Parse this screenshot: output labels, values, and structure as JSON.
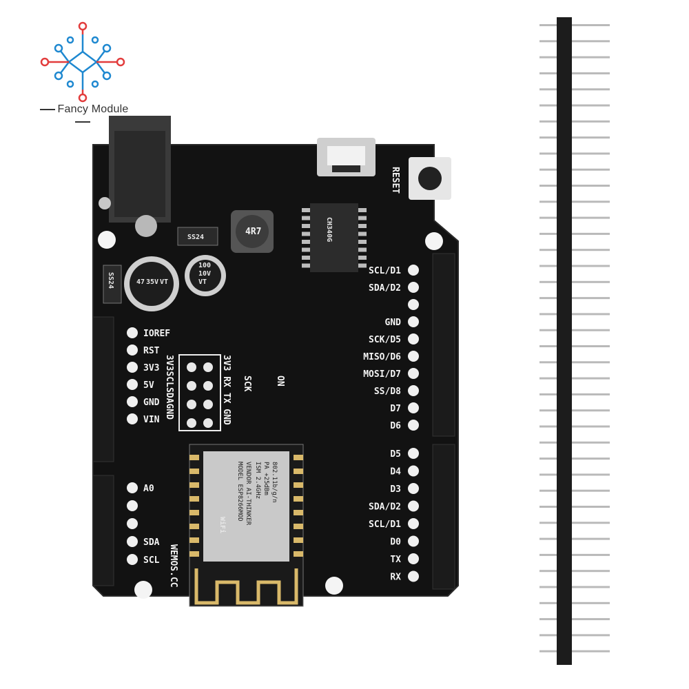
{
  "brand": {
    "name": "Fancy Module"
  },
  "board": {
    "reset_label": "RESET",
    "right_labels_top": [
      "SCL/D1",
      "SDA/D2",
      "",
      "GND",
      "SCK/D5",
      "MISO/D6",
      "MOSI/D7",
      "SS/D8",
      "D7",
      "D6"
    ],
    "right_labels_bottom": [
      "D5",
      "D4",
      "D3",
      "SDA/D2",
      "SCL/D1",
      "D0",
      "TX",
      "RX"
    ],
    "left_labels_top": [
      "IOREF",
      "RST",
      "3V3",
      "5V",
      "GND",
      "VIN"
    ],
    "left_labels_bottom": [
      "A0",
      "",
      "",
      "SDA",
      "SCL"
    ],
    "header_label": "3V3SCLSDAGND",
    "uart_label": "3V3 RX TX GND",
    "sck_label": "SCK",
    "on_label": "ON",
    "site_label": "WEMOS.CC",
    "inductor_label": "4R7",
    "diode_label": "SS24",
    "diode2_label": "SS24",
    "cap1_label": [
      "47",
      "35V",
      "VT"
    ],
    "cap2_label": [
      "100",
      "10V",
      "VT"
    ],
    "chip_label": "CH340G",
    "module": {
      "lines": [
        "MODEL  ESP8266MOD",
        "VENDOR AI-THINKER",
        "ISM 2.4GHz",
        "PA +25dBm",
        "802.11b/g/n"
      ],
      "wifi_text": "WiFi"
    }
  },
  "pin_header": {
    "pin_count": 40
  }
}
